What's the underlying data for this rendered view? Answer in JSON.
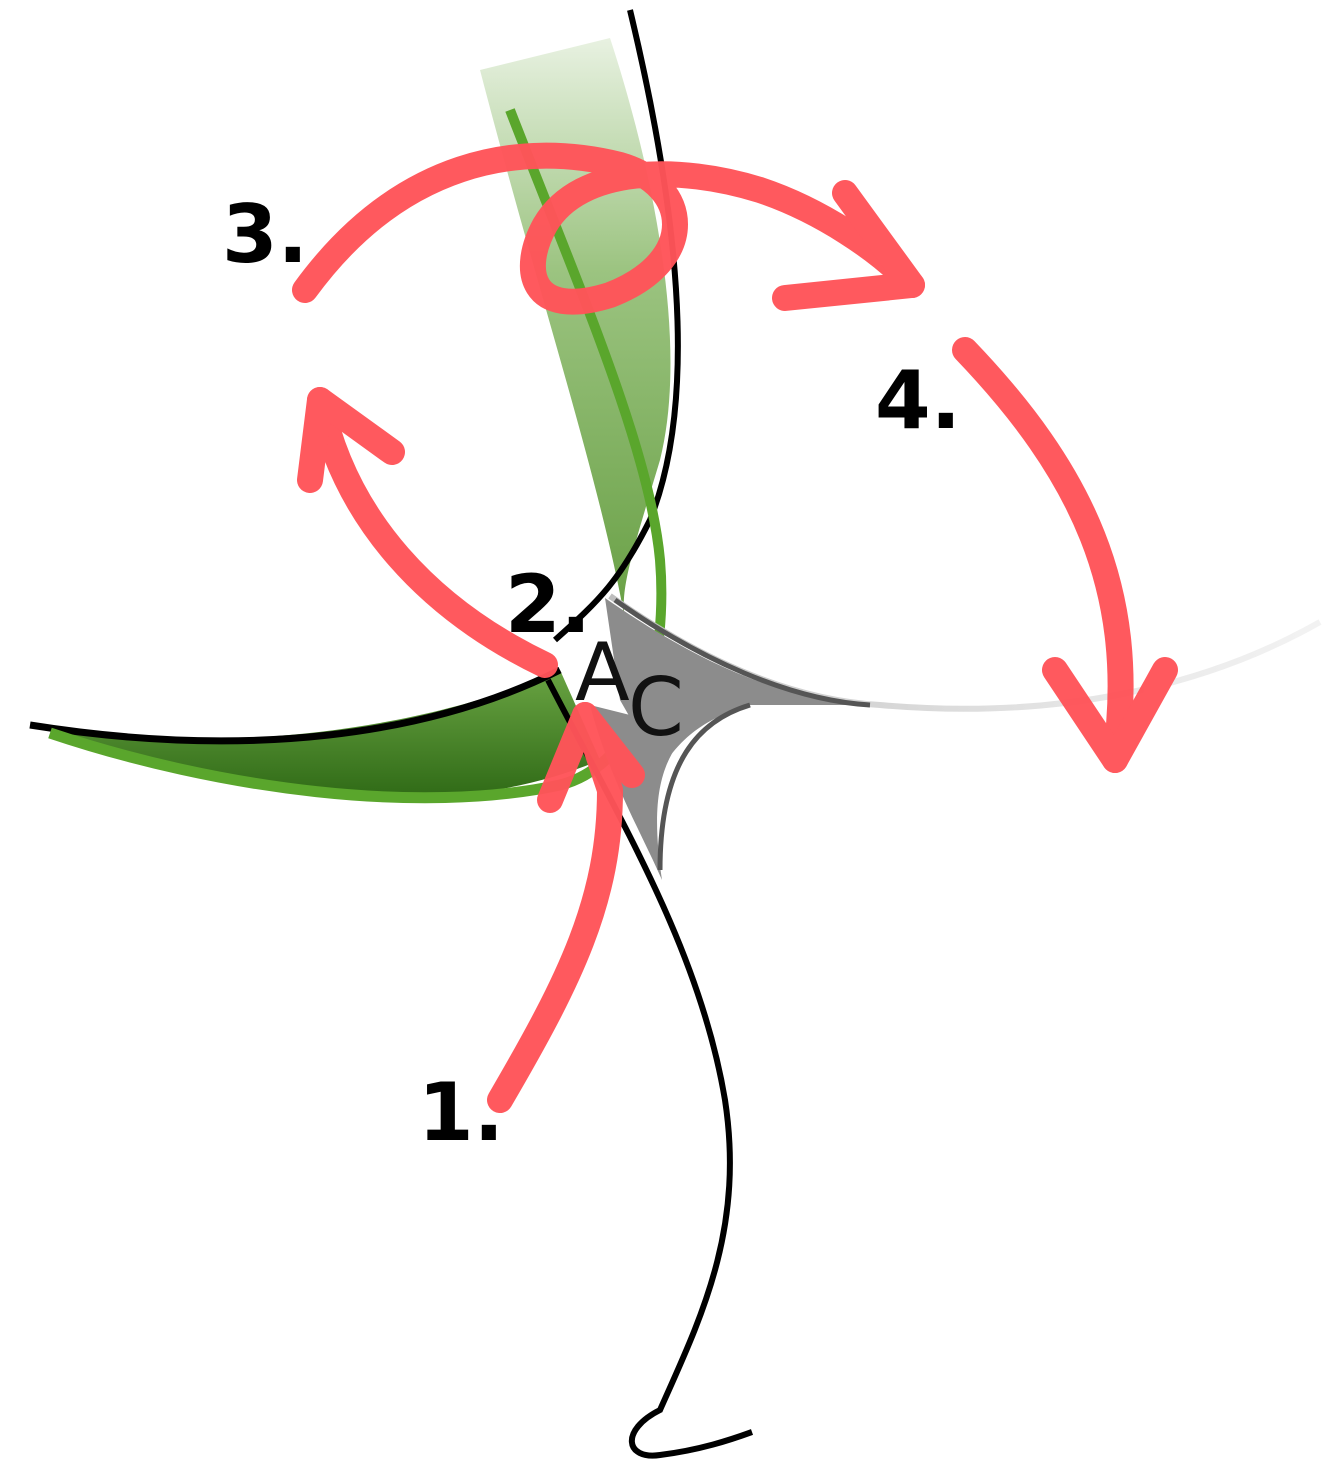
{
  "logo": {
    "letters": [
      "A",
      "C"
    ]
  },
  "steps": [
    {
      "label": "1."
    },
    {
      "label": "2."
    },
    {
      "label": "3."
    },
    {
      "label": "4."
    }
  ],
  "colors": {
    "arrow": "#ff5459",
    "green": "#5aa62c",
    "green_dark": "#3e7d1e",
    "gray": "#8c8c8c",
    "ink": "#000000"
  }
}
